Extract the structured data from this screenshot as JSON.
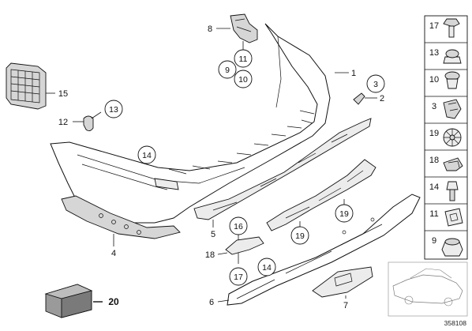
{
  "callouts": [
    {
      "id": "c1",
      "label": "1"
    },
    {
      "id": "c2",
      "label": "2"
    },
    {
      "id": "c3",
      "label": "3"
    },
    {
      "id": "c4",
      "label": "4"
    },
    {
      "id": "c5",
      "label": "5"
    },
    {
      "id": "c6",
      "label": "6"
    },
    {
      "id": "c7",
      "label": "7"
    },
    {
      "id": "c8",
      "label": "8"
    },
    {
      "id": "c9",
      "label": "9"
    },
    {
      "id": "c10",
      "label": "10"
    },
    {
      "id": "c11",
      "label": "11"
    },
    {
      "id": "c12",
      "label": "12"
    },
    {
      "id": "c13",
      "label": "13"
    },
    {
      "id": "c14a",
      "label": "14"
    },
    {
      "id": "c14b",
      "label": "14"
    },
    {
      "id": "c15",
      "label": "15"
    },
    {
      "id": "c16",
      "label": "16"
    },
    {
      "id": "c17",
      "label": "17"
    },
    {
      "id": "c18",
      "label": "18"
    },
    {
      "id": "c19a",
      "label": "19"
    },
    {
      "id": "c19b",
      "label": "19"
    },
    {
      "id": "c20",
      "label": "20"
    }
  ],
  "legend": [
    "17",
    "13",
    "10",
    "3",
    "19",
    "18",
    "14",
    "11",
    "9"
  ],
  "reference_number": "358108"
}
